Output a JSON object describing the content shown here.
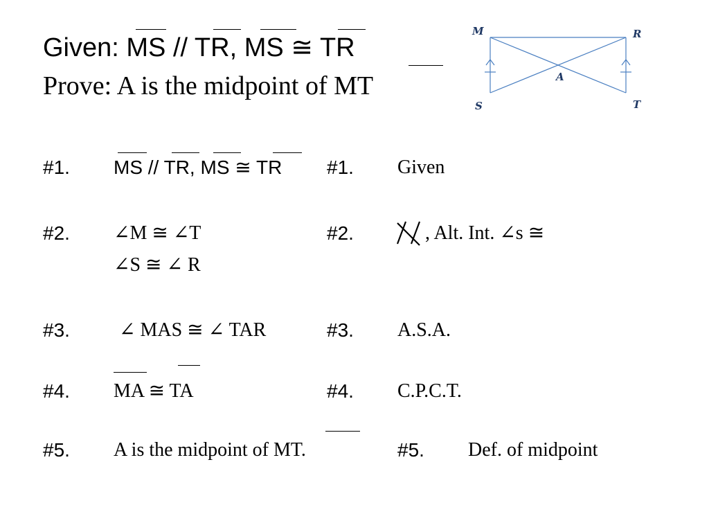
{
  "header": {
    "given": "Given: MS // TR, MS ≅ TR",
    "prove": "Prove: A is the midpoint of MT"
  },
  "diagram": {
    "labels": {
      "m": "M",
      "r": "R",
      "a": "A",
      "s": "S",
      "t": "T"
    },
    "line_color": "#4a7fc1",
    "label_color": "#1f3864"
  },
  "proof": {
    "rows": [
      {
        "num": "#1.",
        "statement": "MS // TR, MS ≅ TR",
        "reason_num": "#1.",
        "reason": "Given"
      },
      {
        "num": "#2.",
        "statement": "∠M ≅ ∠T",
        "statement2": "∠S ≅ ∠ R",
        "reason_num": "#2.",
        "reason": ", Alt. Int. ∠s ≅"
      },
      {
        "num": "#3.",
        "statement": "∠ MAS ≅ ∠ TAR",
        "reason_num": "#3.",
        "reason": "A.S.A."
      },
      {
        "num": "#4.",
        "statement": "MA ≅ TA",
        "reason_num": "#4.",
        "reason": "C.P.C.T."
      },
      {
        "num": "#5.",
        "statement": "A is the midpoint of MT.",
        "reason_num": "#5.",
        "reason": "Def. of midpoint"
      }
    ]
  }
}
